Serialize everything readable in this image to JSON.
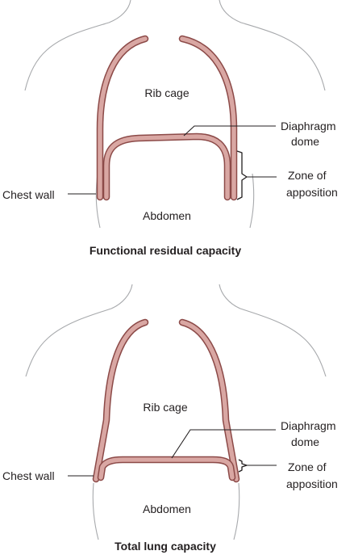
{
  "panels": [
    {
      "rib_cage": "Rib cage",
      "diaphragm": [
        "Diaphragm",
        "dome"
      ],
      "zone": [
        "Zone of",
        "apposition"
      ],
      "chest_wall": "Chest wall",
      "abdomen": "Abdomen",
      "caption": "Functional residual capacity"
    },
    {
      "rib_cage": "Rib cage",
      "diaphragm": [
        "Diaphragm",
        "dome"
      ],
      "zone": [
        "Zone of",
        "apposition"
      ],
      "chest_wall": "Chest wall",
      "abdomen": "Abdomen",
      "caption": "Total lung capacity"
    }
  ],
  "colors": {
    "chest_wall_outline": "#8c4a48",
    "chest_wall_fill": "#d9a7a3",
    "body_outline": "#a7a9ac",
    "text": "#231f20"
  }
}
